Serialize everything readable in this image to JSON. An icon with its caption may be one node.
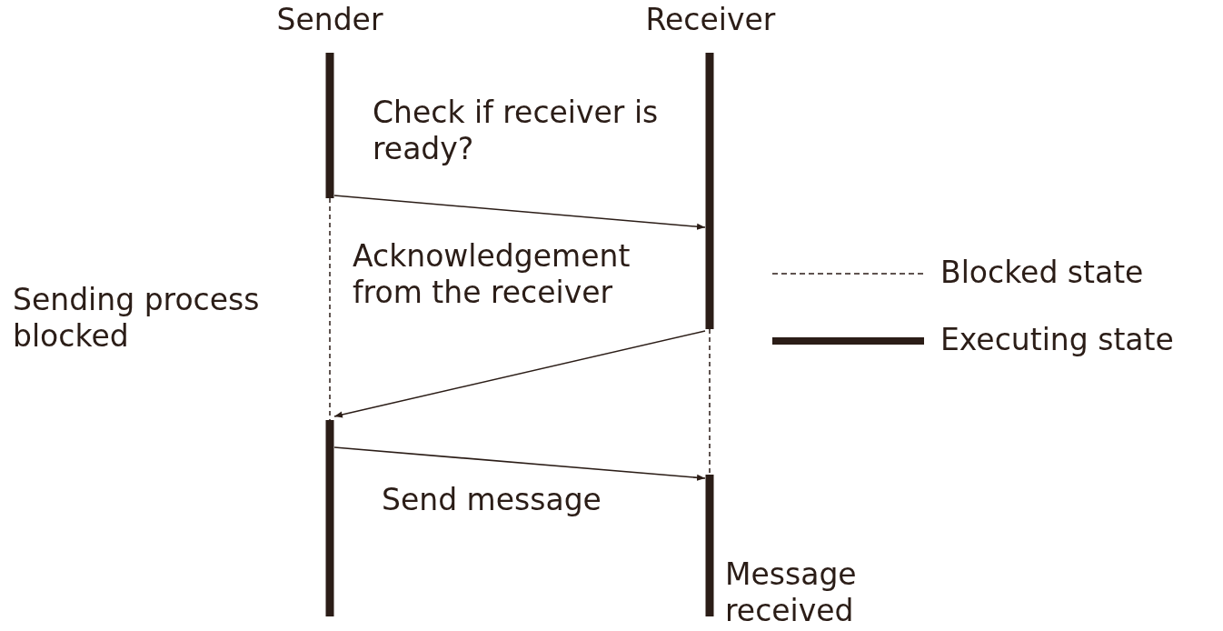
{
  "diagram": {
    "nodes": [
      {
        "text": [
          "Sender"
        ]
      },
      {
        "text": [
          "Receiver"
        ]
      }
    ],
    "edges": [
      {
        "from": 0,
        "to": 1,
        "arrow": "to",
        "label": "Check if receiver is ready?"
      },
      {
        "from": 1,
        "to": 0,
        "arrow": "to",
        "label": "Acknowledgement from the receiver"
      },
      {
        "from": 0,
        "to": 1,
        "arrow": "to",
        "label": "Send message"
      }
    ],
    "labels": [
      "Sending process blocked",
      "Message received"
    ],
    "legend": [
      {
        "text": "Blocked state"
      },
      {
        "text": "Executing state"
      }
    ]
  }
}
